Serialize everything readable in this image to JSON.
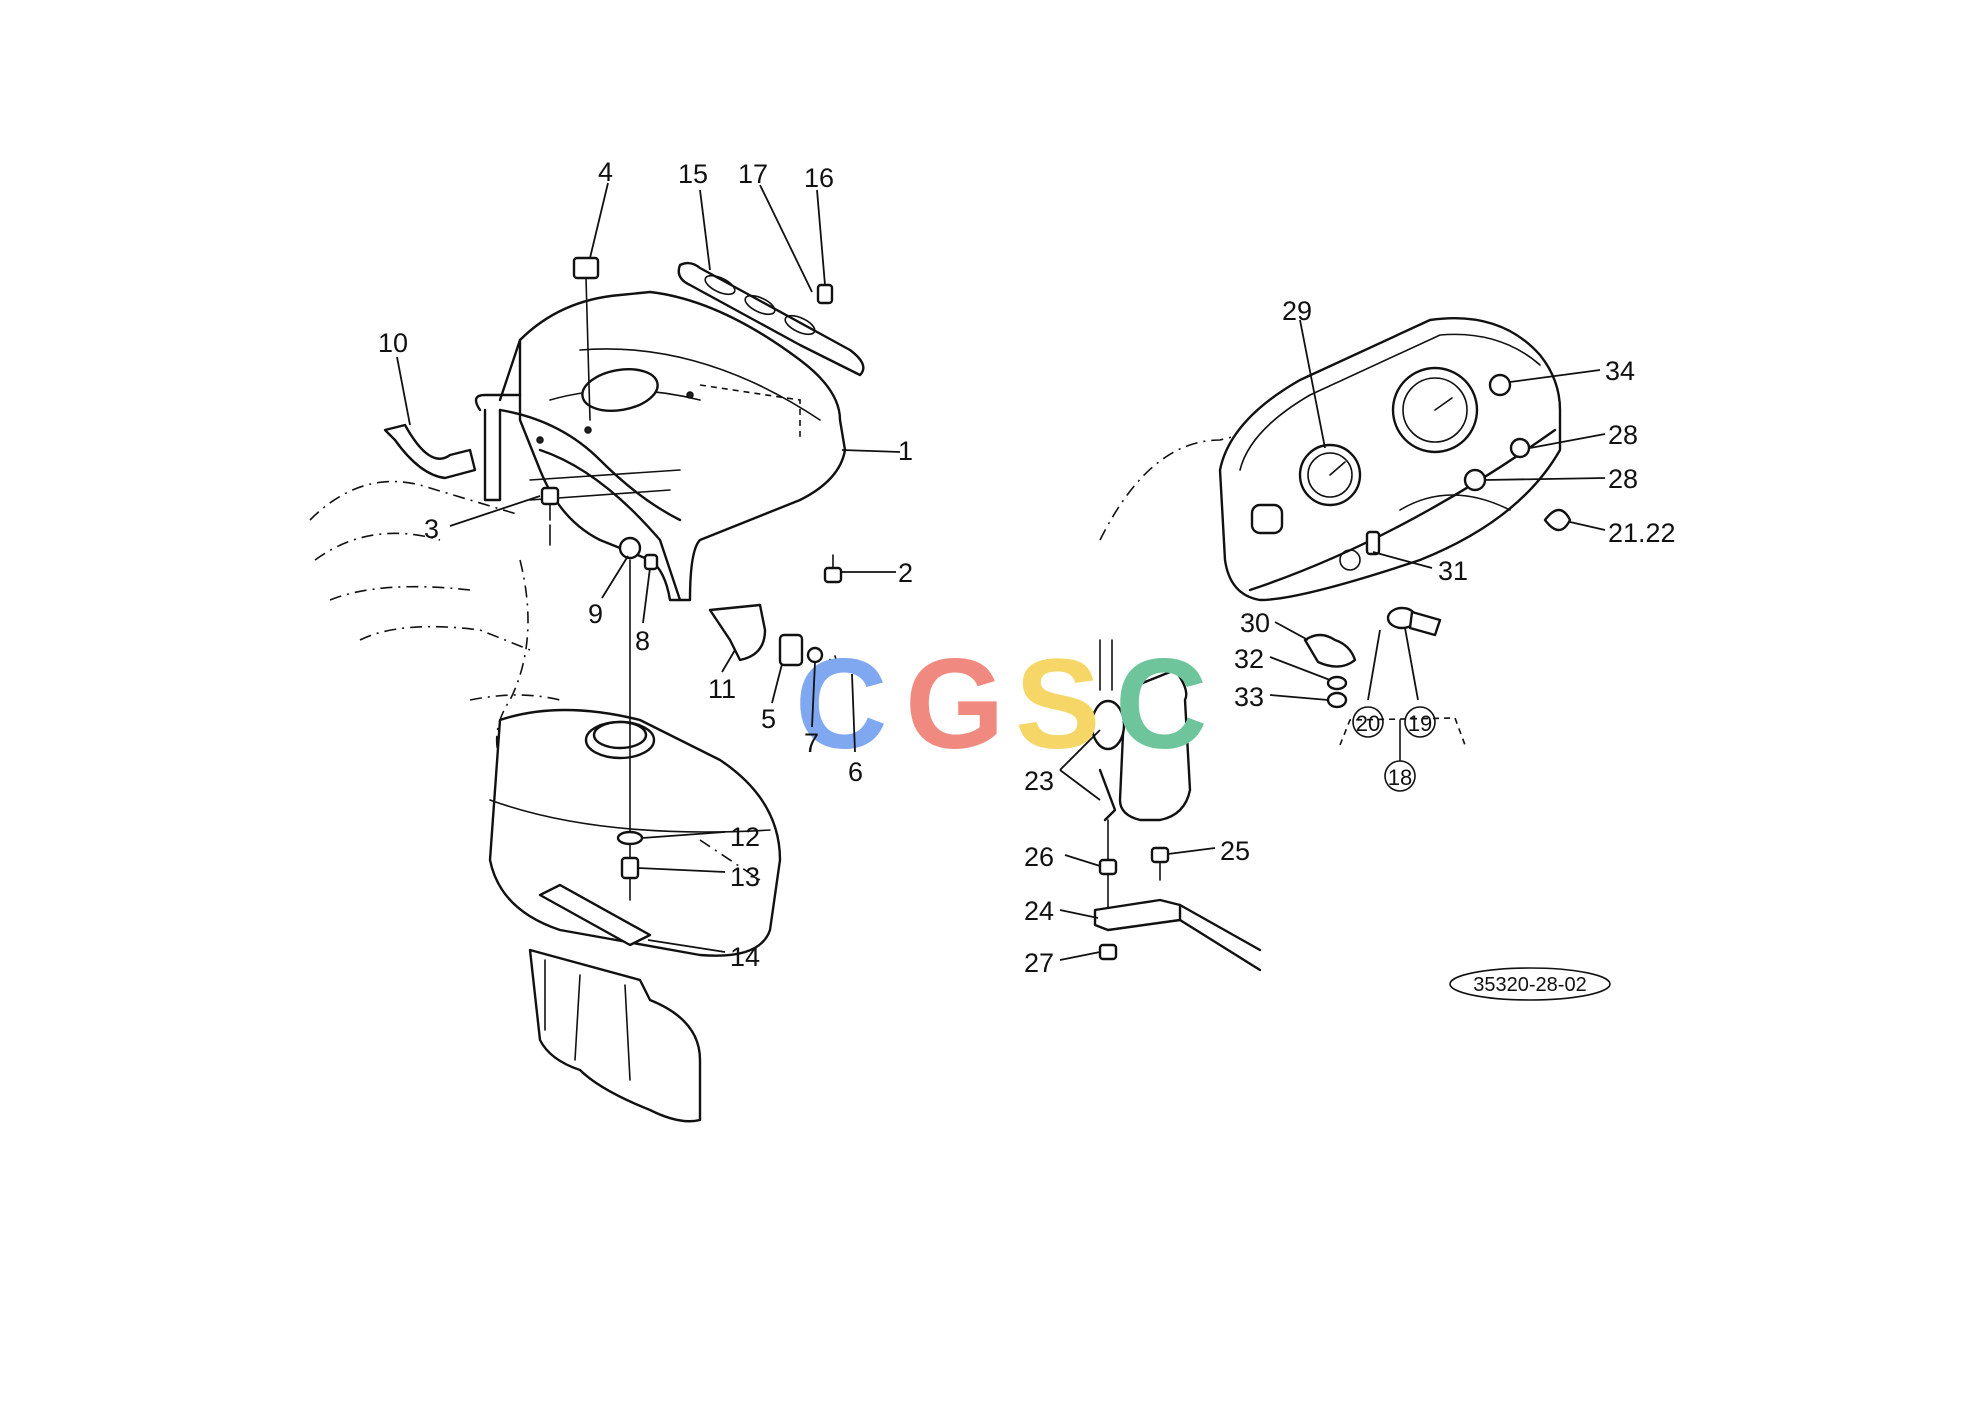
{
  "diagram": {
    "reference_code": "35320-28-02",
    "watermark": {
      "letters": [
        {
          "char": "C",
          "color": "#7fa8f0"
        },
        {
          "char": "G",
          "color": "#f08a80"
        },
        {
          "char": "S",
          "color": "#f5d667"
        },
        {
          "char": "C",
          "color": "#6fc59b"
        }
      ]
    },
    "callouts": {
      "c1": "1",
      "c2": "2",
      "c3": "3",
      "c4": "4",
      "c5": "5",
      "c6": "6",
      "c7": "7",
      "c8": "8",
      "c9": "9",
      "c10": "10",
      "c11": "11",
      "c12": "12",
      "c13": "13",
      "c14": "14",
      "c15": "15",
      "c16": "16",
      "c17": "17",
      "c18": "18",
      "c19": "19",
      "c20": "20",
      "c2122": "21.22",
      "c23": "23",
      "c24": "24",
      "c25": "25",
      "c26": "26",
      "c27": "27",
      "c28a": "28",
      "c28b": "28",
      "c29": "29",
      "c30": "30",
      "c31": "31",
      "c32": "32",
      "c33": "33",
      "c34": "34"
    }
  }
}
